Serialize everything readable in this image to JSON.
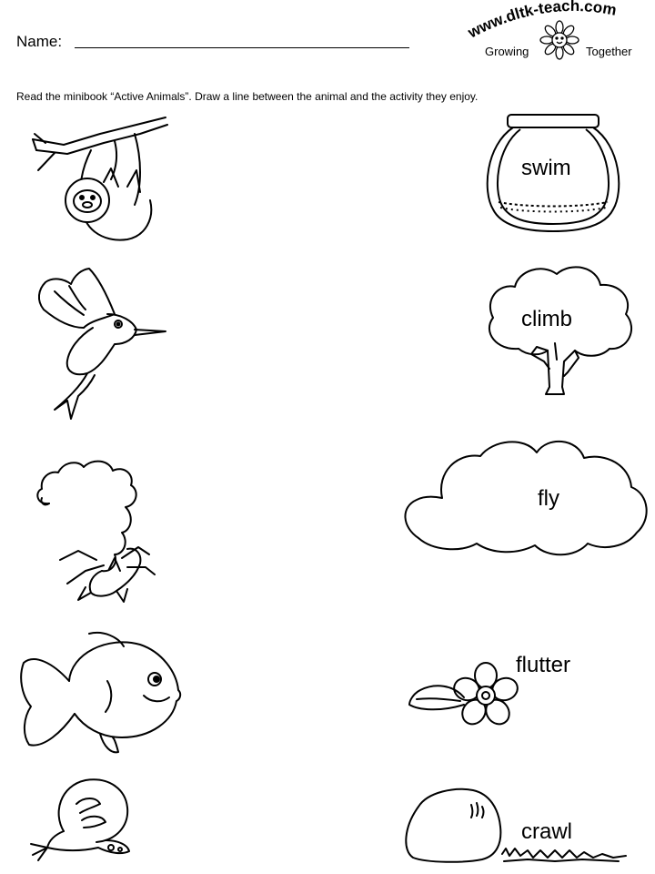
{
  "header": {
    "name_label": "Name:",
    "logo": {
      "site": "www.dltk-teach.com",
      "tagline_left": "Growing",
      "tagline_right": "Together"
    }
  },
  "instructions": "Read the minibook “Active Animals”.  Draw a line between the animal and the activity they enjoy.",
  "animals": [
    {
      "icon": "sloth-icon"
    },
    {
      "icon": "hummingbird-icon"
    },
    {
      "icon": "scorpion-icon"
    },
    {
      "icon": "fish-icon"
    },
    {
      "icon": "butterfly-icon"
    }
  ],
  "activities": [
    {
      "word": "swim",
      "icon": "fishbowl-icon"
    },
    {
      "word": "climb",
      "icon": "tree-icon"
    },
    {
      "word": "fly",
      "icon": "cloud-icon"
    },
    {
      "word": "flutter",
      "icon": "flower-icon"
    },
    {
      "word": "crawl",
      "icon": "rock-icon"
    }
  ]
}
